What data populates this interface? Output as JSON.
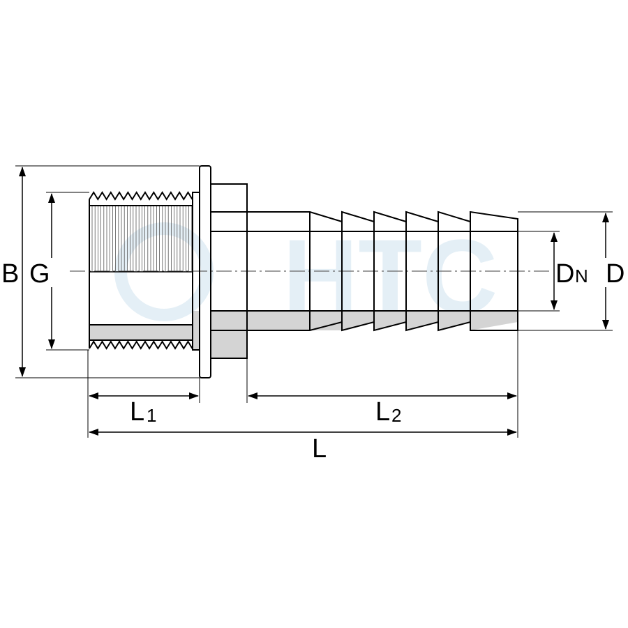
{
  "watermark": {
    "text": "HTC",
    "color": "#e4eff6"
  },
  "labels": {
    "B": "B",
    "G": "G",
    "DN_main": "D",
    "DN_sub": "N",
    "D": "D",
    "L1_main": "L",
    "L1_sub": "1",
    "L2_main": "L",
    "L2_sub": "2",
    "L": "L"
  },
  "colors": {
    "line": "#000000",
    "section_fill": "#d4d4d4",
    "centerline": "#666666"
  }
}
